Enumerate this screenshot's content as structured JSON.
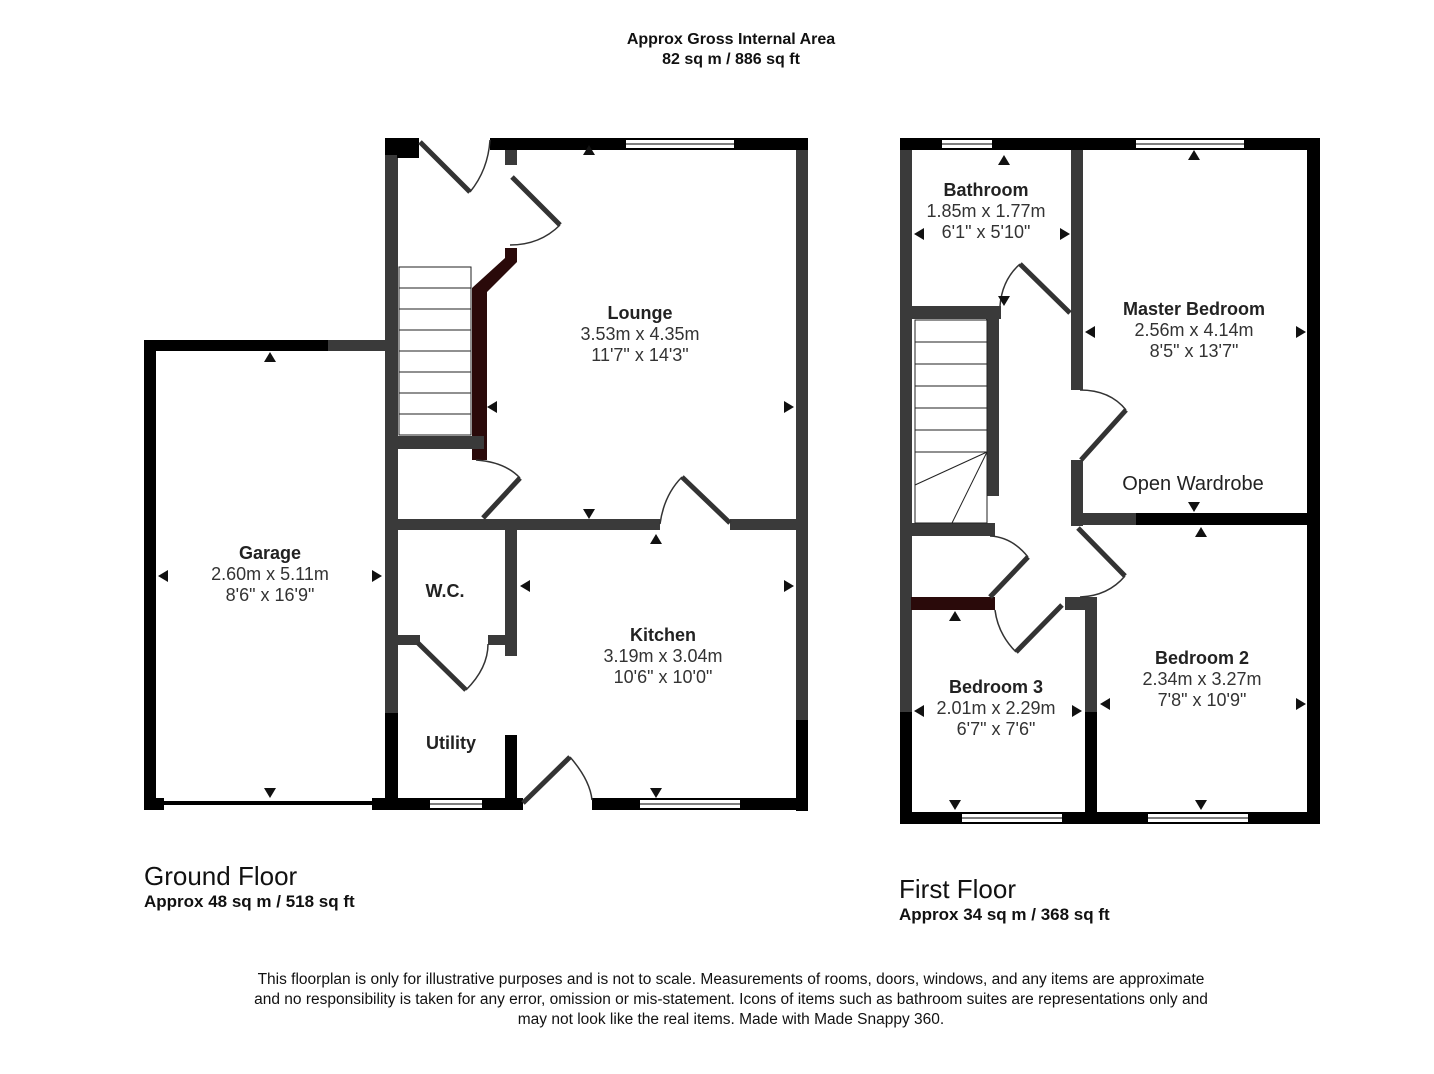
{
  "header": {
    "title": "Approx Gross Internal Area",
    "total_area": "82 sq m / 886 sq ft"
  },
  "colors": {
    "wall_dark": "#000000",
    "wall_gray": "#3a3a3a",
    "background": "#ffffff",
    "text": "#222222"
  },
  "ground_floor": {
    "title": "Ground Floor",
    "area": "Approx 48 sq m / 518 sq ft",
    "rooms": {
      "lounge": {
        "name": "Lounge",
        "metric": "3.53m x 4.35m",
        "imperial": "11'7\" x 14'3\""
      },
      "garage": {
        "name": "Garage",
        "metric": "2.60m x 5.11m",
        "imperial": "8'6\" x 16'9\""
      },
      "kitchen": {
        "name": "Kitchen",
        "metric": "3.19m x 3.04m",
        "imperial": "10'6\" x 10'0\""
      },
      "wc": {
        "name": "W.C."
      },
      "utility": {
        "name": "Utility"
      }
    }
  },
  "first_floor": {
    "title": "First Floor",
    "area": "Approx 34 sq m / 368 sq ft",
    "rooms": {
      "bathroom": {
        "name": "Bathroom",
        "metric": "1.85m x 1.77m",
        "imperial": "6'1\" x 5'10\""
      },
      "master_bedroom": {
        "name": "Master Bedroom",
        "metric": "2.56m x 4.14m",
        "imperial": "8'5\" x 13'7\""
      },
      "open_wardrobe": {
        "name": "Open Wardrobe"
      },
      "bedroom_2": {
        "name": "Bedroom 2",
        "metric": "2.34m x 3.27m",
        "imperial": "7'8\" x 10'9\""
      },
      "bedroom_3": {
        "name": "Bedroom 3",
        "metric": "2.01m x 2.29m",
        "imperial": "6'7\" x 7'6\""
      }
    }
  },
  "disclaimer": {
    "line1": "This floorplan is only for illustrative purposes and is not to scale. Measurements of rooms, doors, windows, and any items are approximate",
    "line2": "and no responsibility is taken for any error, omission or mis-statement. Icons of items such as bathroom suites are representations only and",
    "line3": "may not look like the real items. Made with Made Snappy 360."
  }
}
